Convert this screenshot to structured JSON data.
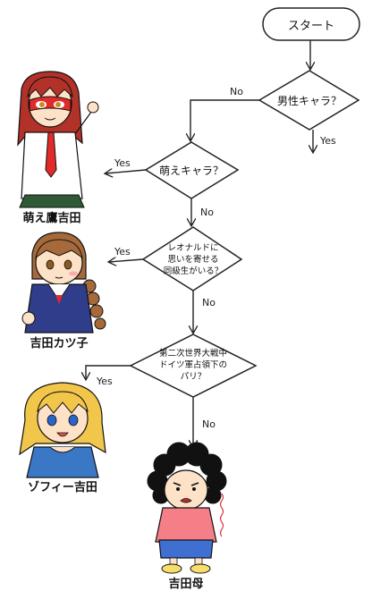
{
  "start": "スタート",
  "q1": {
    "text": "男性キャラ？",
    "no": "No",
    "yes": "Yes"
  },
  "q2": {
    "text": "萌えキャラ？",
    "yes": "Yes",
    "no": "No"
  },
  "q3": {
    "lines": [
      "レオナルドに",
      "思いを寄せる",
      "同級生がいる？"
    ],
    "yes": "Yes",
    "no": "No"
  },
  "q4": {
    "lines": [
      "第二次世界大戦中",
      "ドイツ軍占領下の",
      "パリ？"
    ],
    "yes": "Yes",
    "no": "No"
  },
  "results": {
    "r1": "萌え鷹吉田",
    "r2": "吉田カツ子",
    "r3": "ゾフィー吉田",
    "r4": "吉田母"
  },
  "colors": {
    "ink": "#111111",
    "red_hair": "#b2322a",
    "mask": "#e12a2a",
    "brown_hair": "#a66a3a",
    "blonde_hair": "#f2c64a",
    "navy_uniform": "#2f3d8a",
    "teal_top": "#3a78c6",
    "pink_shirt": "#f47f86",
    "blue_skirt": "#3f6fd1",
    "skin": "#fde2c8"
  }
}
